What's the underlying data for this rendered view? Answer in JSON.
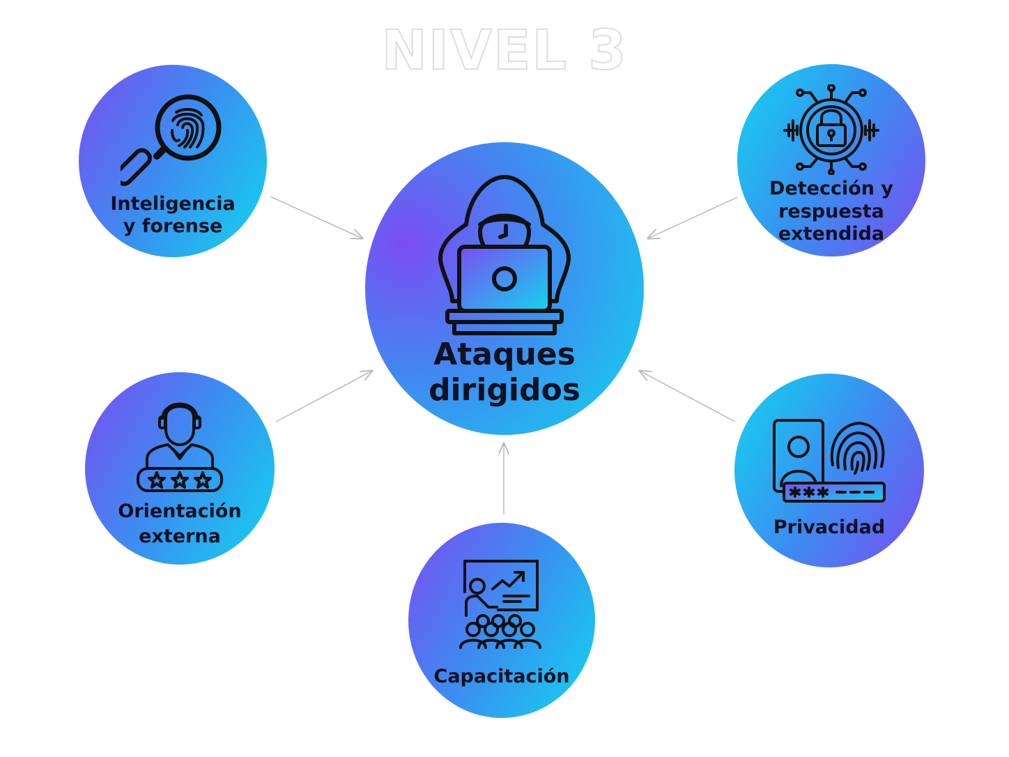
{
  "title": "NIVEL 3",
  "center": {
    "label": "Ataques\ndirigidos",
    "icon": "hooded-hacker-laptop-icon"
  },
  "nodes": {
    "intel": {
      "label": "Inteligencia\ny forense",
      "icon": "fingerprint-magnifier-icon"
    },
    "detect": {
      "label": "Detección y\nrespuesta\nextendida",
      "icon": "circuit-lock-icon"
    },
    "orient": {
      "label": "Orientación\nexterna",
      "icon": "support-agent-rating-icon"
    },
    "priv": {
      "label": "Privacidad",
      "icon": "id-fingerprint-password-icon"
    },
    "train": {
      "label": "Capacitación",
      "icon": "presentation-audience-icon"
    }
  },
  "colors": {
    "gradient_start": "#7a4df2",
    "gradient_end": "#12d4ef",
    "arrow": "#b8b8b8",
    "text": "#111122"
  }
}
